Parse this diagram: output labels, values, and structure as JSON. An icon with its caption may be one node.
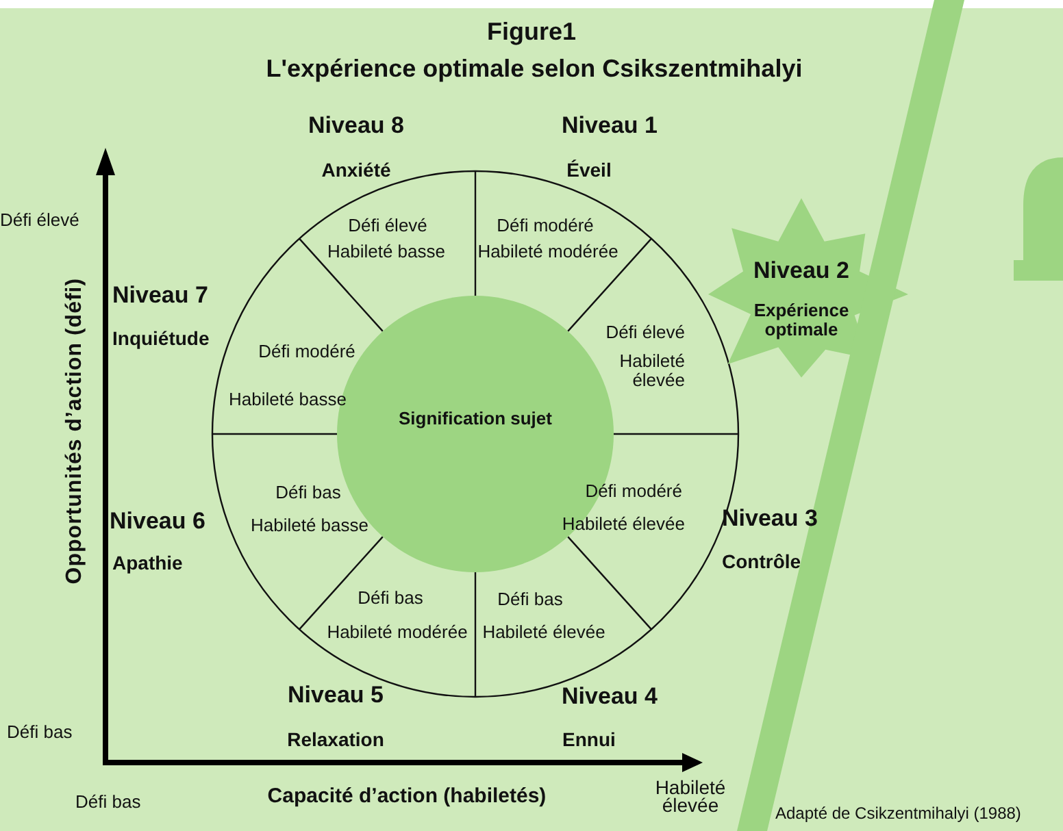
{
  "diagram": {
    "title": "L'expérience optimale selon Csikszentmihalyi",
    "nodes": [
      {
        "text": [
          "Défi  élevé",
          "Habileté basse"
        ]
      },
      {
        "text": [
          "Défi modéré",
          "Habileté modérée"
        ]
      },
      {
        "text": [
          "Défi élevé",
          "Habileté élevée"
        ]
      },
      {
        "text": [
          "Défi modéré",
          "Habileté élevée"
        ]
      },
      {
        "text": [
          "Défi bas",
          "Habileté élevée"
        ]
      },
      {
        "text": [
          "Défi  bas",
          "Habileté modérée"
        ]
      },
      {
        "text": [
          "Défi bas",
          "Habileté basse"
        ]
      },
      {
        "text": [
          "Défi modéré",
          "Habileté basse"
        ]
      },
      {
        "text": [
          "Signification sujet"
        ]
      },
      {
        "text": [
          "Niveau 2",
          "Expérience optimale"
        ]
      }
    ],
    "edges": [],
    "labels": [
      "Figure1",
      "Niveau 8",
      "Anxiété",
      "Niveau 1",
      "Éveil",
      "Défi élevé",
      "Niveau 7",
      "Inquiétude",
      "Opportunités d’action (défi)",
      "Niveau 6",
      "Apathie",
      "Niveau 3",
      "Contrôle",
      "Niveau 5",
      "Relaxation",
      "Niveau 4",
      "Ennui",
      "Défi bas",
      "Défi bas",
      "Capacité d’action (habiletés)",
      "Habileté élevée",
      "Adapté de Csikzentmihalyi (1988)"
    ]
  }
}
